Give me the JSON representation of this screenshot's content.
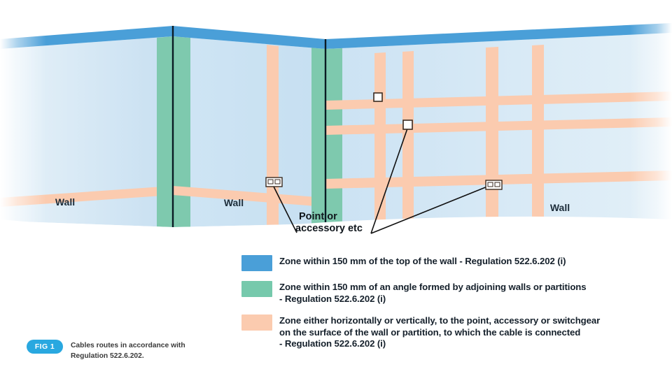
{
  "figure": {
    "badge": "FIG 1",
    "caption": "Cables routes in accordance with Regulation 522.6.202."
  },
  "diagram": {
    "wall_label_left": "Wall",
    "wall_label_middle": "Wall",
    "wall_label_right": "Wall",
    "callout_line1": "Point or",
    "callout_line2": "accessory etc"
  },
  "legend": {
    "items": [
      {
        "color": "#4a9fd8",
        "swatch_name": "blue-zone-swatch",
        "text": "Zone within 150 mm of the top of the wall - Regulation 522.6.202 (i)"
      },
      {
        "color": "#76c9ac",
        "swatch_name": "green-zone-swatch",
        "text": "Zone within 150 mm of an angle formed by adjoining walls or partitions\n- Regulation 522.6.202 (i)"
      },
      {
        "color": "#fbcbaf",
        "swatch_name": "peach-zone-swatch",
        "text": "Zone either horizontally or vertically, to the point, accessory or switchgear\non the surface of the wall or partition, to which the cable is connected\n- Regulation 522.6.202 (i)"
      }
    ]
  },
  "colors": {
    "blue_band": "#4a9fd8",
    "green_zone": "#76c9ac",
    "peach_zone": "#fbcbaf",
    "wall_face": "#cfe4f2",
    "badge_blue": "#29a8e0",
    "corner_line": "#0b1b24"
  }
}
